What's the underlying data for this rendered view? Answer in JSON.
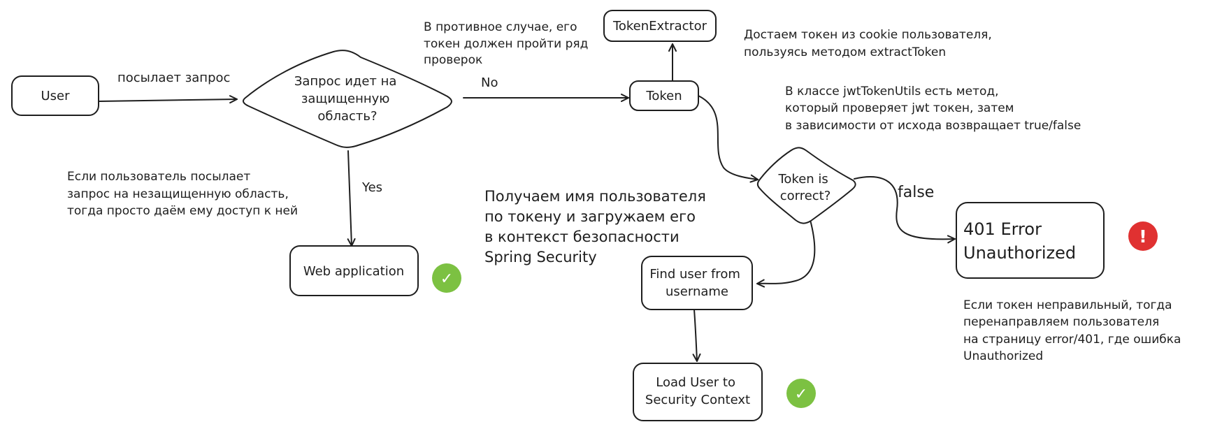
{
  "nodes": {
    "user": "User",
    "decision": [
      "Запрос идет на",
      "защищенную",
      "область?"
    ],
    "web_app": "Web application",
    "token": "Token",
    "token_extractor": "TokenExtractor",
    "token_check": [
      "Token is",
      "correct?"
    ],
    "error_401": [
      "401 Error",
      "Unauthorized"
    ],
    "find_user": [
      "Find user from",
      "username"
    ],
    "load_user": [
      "Load User to",
      "Security Context"
    ]
  },
  "edge_labels": {
    "sends_request": "посылает запрос",
    "no": "No",
    "yes": "Yes",
    "false": "false"
  },
  "notes": {
    "otherwise": [
      "В противное случае, его",
      "токен должен пройти ряд",
      "проверок"
    ],
    "extract": [
      "Достаем токен из cookie пользователя,",
      "пользуясь методом extractToken"
    ],
    "jwt_utils": [
      "В классе jwtTokenUtils есть метод,",
      "который проверяет jwt токен, затем",
      "в зависимости от исхода возвращает true/false"
    ],
    "unprotected": [
      "Если пользователь посылает",
      "запрос на незащищенную область,",
      " тогда просто даём ему доступ к ней"
    ],
    "load_context": [
      "Получаем имя пользователя",
      "по токену и загружаем его",
      "в контекст безопасности",
      " Spring Security"
    ],
    "invalid_token": [
      "Если токен неправильный, тогда",
      "перенаправляем пользователя",
      "на страницу error/401, где ошибка",
      "Unauthorized"
    ]
  },
  "badges": {
    "success_glyph": "✓",
    "error_glyph": "!",
    "success_color": "#7cc142",
    "error_color": "#e03131",
    "success_icon": "check-circle-icon",
    "error_icon": "exclamation-circle-icon"
  }
}
